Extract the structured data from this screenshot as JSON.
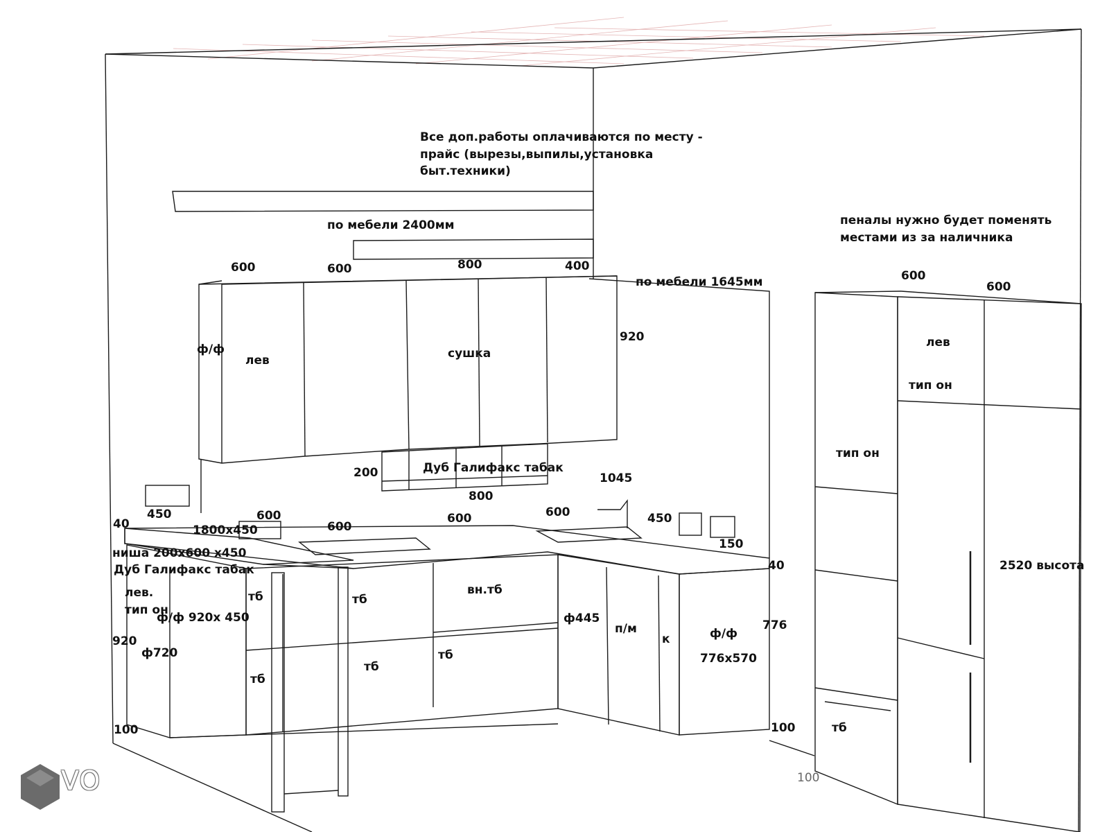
{
  "notes": {
    "extra_works_line1": "Все доп.работы оплачиваются по месту -",
    "extra_works_line2": "прайс (вырезы,выпилы,установка",
    "extra_works_line3": "быт.техники)",
    "furniture_2400": "по мебели 2400мм",
    "furniture_1645": "по мебели 1645мм",
    "pencil_swap_line1": "пеналы нужно будет поменять",
    "pencil_swap_line2": "местами из за наличника",
    "height_2520": "2520 высота"
  },
  "upper_cabinets": {
    "w1": "600",
    "w2": "600",
    "w3": "800",
    "w4": "400",
    "height": "920",
    "facade": "ф/ф",
    "left": "лев",
    "dryer": "сушка",
    "niche_height": "200",
    "niche_material": "Дуб Галифакс табак",
    "niche_width": "800",
    "side_height": "1045"
  },
  "lower_cabinets": {
    "w1": "450",
    "w2": "600",
    "w3": "600",
    "w4": "600",
    "w5": "600",
    "w6": "450",
    "top_thickness_left": "40",
    "top_thickness_right": "40",
    "bar_size": "1800х450",
    "niche_size": "ниша 200х600 х450",
    "niche_material": "Дуб Галифакс табак",
    "left_open": "лев.",
    "type_on": "тип он",
    "facade_size": "ф/ф 920х 450",
    "height_920": "920",
    "facade_720": "ф720",
    "plinth_left": "100",
    "tb": "тб",
    "inner_tb": "вн.тб",
    "facade_445": "ф445",
    "dishwasher": "п/м",
    "k": "к",
    "corner_facade": "ф/ф",
    "corner_size": "776х570",
    "height_776": "776",
    "plinth_right": "100",
    "gap_150": "150"
  },
  "tall_cabinets": {
    "w1": "600",
    "w2": "600",
    "left": "лев",
    "type_on_top": "тип он",
    "type_on_left": "тип он",
    "tb": "тб",
    "plinth": "100"
  },
  "brand": {
    "logo_text": "VO",
    "icon": "hexagon-logo-icon"
  },
  "colors": {
    "line": "#1a1a1a",
    "grid": "#e4b4b4",
    "text": "#111111",
    "logo": "#6b6b6b"
  }
}
